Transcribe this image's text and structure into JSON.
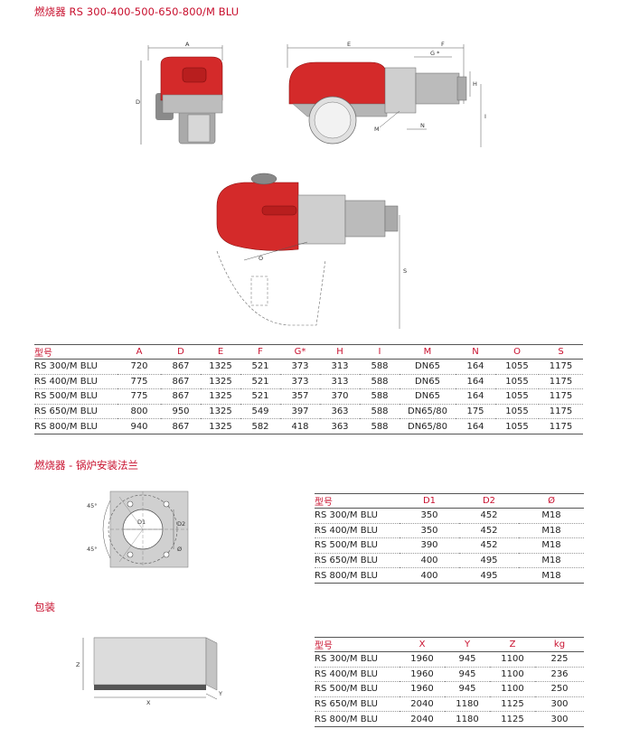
{
  "page_title": "燃烧器 RS 300-400-500-650-800/M BLU",
  "drawing_labels": {
    "A": "A",
    "D": "D",
    "E": "E",
    "F": "F",
    "G": "G *",
    "H": "H",
    "I": "I",
    "M": "M",
    "N": "N",
    "O": "O",
    "S": "S"
  },
  "dimensions_table": {
    "headers": [
      "型号",
      "A",
      "D",
      "E",
      "F",
      "G*",
      "H",
      "I",
      "M",
      "N",
      "O",
      "S"
    ],
    "rows": [
      [
        "RS 300/M BLU",
        "720",
        "867",
        "1325",
        "521",
        "373",
        "313",
        "588",
        "DN65",
        "164",
        "1055",
        "1175"
      ],
      [
        "RS 400/M BLU",
        "775",
        "867",
        "1325",
        "521",
        "373",
        "313",
        "588",
        "DN65",
        "164",
        "1055",
        "1175"
      ],
      [
        "RS 500/M BLU",
        "775",
        "867",
        "1325",
        "521",
        "357",
        "370",
        "588",
        "DN65",
        "164",
        "1055",
        "1175"
      ],
      [
        "RS 650/M BLU",
        "800",
        "950",
        "1325",
        "549",
        "397",
        "363",
        "588",
        "DN65/80",
        "175",
        "1055",
        "1175"
      ],
      [
        "RS 800/M BLU",
        "940",
        "867",
        "1325",
        "582",
        "418",
        "363",
        "588",
        "DN65/80",
        "164",
        "1055",
        "1175"
      ]
    ]
  },
  "flange_section_title": "燃烧器 - 锅炉安装法兰",
  "flange_labels": {
    "angle_top": "45°",
    "angle_bottom": "45°",
    "d1": "D1",
    "d2": "D2",
    "phi": "Ø"
  },
  "flange_table": {
    "headers": [
      "型号",
      "D1",
      "D2",
      "Ø"
    ],
    "rows": [
      [
        "RS 300/M BLU",
        "350",
        "452",
        "M18"
      ],
      [
        "RS 400/M BLU",
        "350",
        "452",
        "M18"
      ],
      [
        "RS 500/M BLU",
        "390",
        "452",
        "M18"
      ],
      [
        "RS 650/M BLU",
        "400",
        "495",
        "M18"
      ],
      [
        "RS 800/M BLU",
        "400",
        "495",
        "M18"
      ]
    ]
  },
  "packaging_section_title": "包装",
  "packaging_labels": {
    "x": "X",
    "y": "Y",
    "z": "Z"
  },
  "packaging_table": {
    "headers": [
      "型号",
      "X",
      "Y",
      "Z",
      "kg"
    ],
    "rows": [
      [
        "RS 300/M BLU",
        "1960",
        "945",
        "1100",
        "225"
      ],
      [
        "RS 400/M BLU",
        "1960",
        "945",
        "1100",
        "236"
      ],
      [
        "RS 500/M BLU",
        "1960",
        "945",
        "1100",
        "250"
      ],
      [
        "RS 650/M BLU",
        "2040",
        "1180",
        "1125",
        "300"
      ],
      [
        "RS 800/M BLU",
        "2040",
        "1180",
        "1125",
        "300"
      ]
    ]
  },
  "colors": {
    "accent": "#c8102e",
    "burner_red": "#d42a2a",
    "burner_gray": "#9a9a9a",
    "line": "#555555"
  }
}
